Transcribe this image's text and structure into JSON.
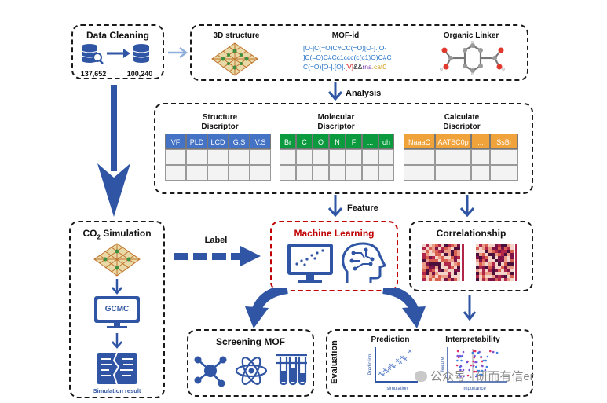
{
  "data_cleaning": {
    "title": "Data Cleaning",
    "count_before": "137,652",
    "count_after": "100,240"
  },
  "mof_panel": {
    "structure_title": "3D structure",
    "mofid_title": "MOF-id",
    "mofid_line1": "[O-]C(=O)C#CC(=O)[O-].[O-",
    "mofid_line2": "]C(=O)C#Cc1ccc(c(c1)O)C#C",
    "mofid_line3a": "C(=O)[O-].[O].",
    "mofid_line3b": "[V]",
    "mofid_line3c": "&&",
    "mofid_line3d": "rna",
    "mofid_line3e": ".cat0",
    "linker_title": "Organic Linker"
  },
  "analysis_label": "Analysis",
  "feature_label": "Feature",
  "label_text": "Label",
  "descriptors": {
    "structure": {
      "title1": "Structure",
      "title2": "Discriptor",
      "headers": [
        "VF",
        "PLD",
        "LCD",
        "G.S",
        "V.S"
      ],
      "color": "#4472c4"
    },
    "molecular": {
      "title1": "Molecular",
      "title2": "Discriptor",
      "headers": [
        "Br",
        "C",
        "O",
        "N",
        "F",
        "...",
        "oh"
      ],
      "color": "#0b9a3e"
    },
    "calculate": {
      "title1": "Calculate",
      "title2": "Discriptor",
      "headers": [
        "NaaaC",
        "AATSC0p",
        "...",
        "SsBr"
      ],
      "color": "#f0a23b"
    }
  },
  "co2": {
    "title_main": "CO",
    "title_sub": "2",
    "title_rest": " Simulation",
    "gcmc": "GCMC",
    "result": "Simulation result"
  },
  "ml": {
    "title": "Machine Learning"
  },
  "correlation": {
    "title": "Correlationship"
  },
  "screening": {
    "title": "Screening MOF"
  },
  "evaluation": {
    "side_label": "Evaluation",
    "prediction_title": "Prediction",
    "interpretability_title": "Interpretability",
    "pred_ylabel": "Prediction",
    "pred_xlabel": "simulation",
    "interp_ylabel": "feature",
    "interp_xlabel": "importance"
  },
  "watermark": "公众号 · 研而有信er",
  "colors": {
    "accent_blue": "#2f55a4",
    "ml_red": "#c00000",
    "dark": "#1a1a1a"
  }
}
